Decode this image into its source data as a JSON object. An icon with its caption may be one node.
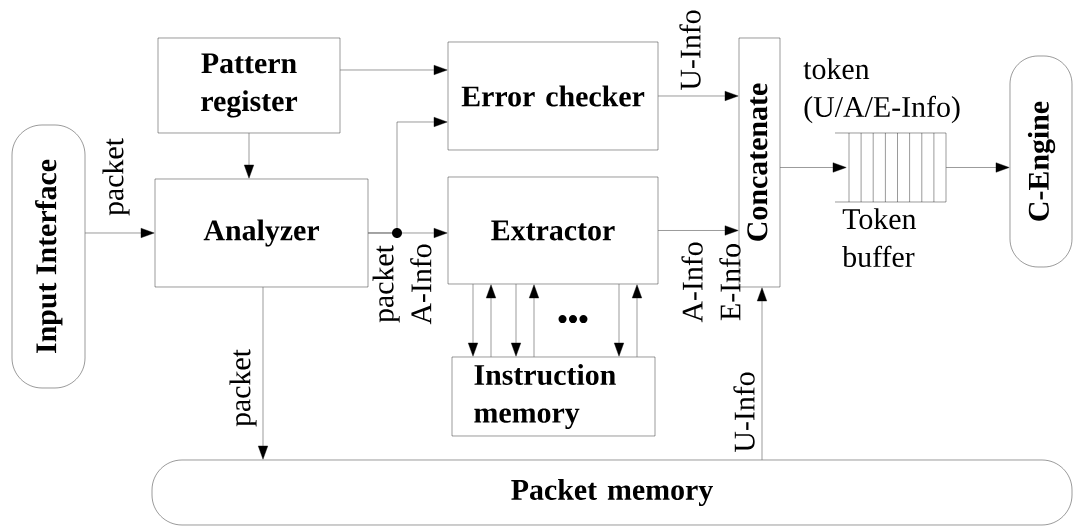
{
  "diagram": {
    "nodes": [
      {
        "text": [
          "Input Interface"
        ]
      },
      {
        "text": [
          "Pattern register"
        ]
      },
      {
        "text": [
          "Analyzer"
        ]
      },
      {
        "text": [
          "Error checker"
        ]
      },
      {
        "text": [
          "Extractor"
        ]
      },
      {
        "text": [
          "Concatenate"
        ]
      },
      {
        "text": [],
        "shape": "queue",
        "beside": [
          "token (U/A/E-Info)",
          "Token buffer"
        ]
      },
      {
        "text": [
          "C-Engine"
        ]
      },
      {
        "text": [
          "Instruction memory"
        ]
      },
      {
        "text": [
          "Packet memory"
        ]
      }
    ],
    "edges": [
      {
        "from": 0,
        "to": 2,
        "arrow": "to",
        "label": "packet"
      },
      {
        "from": 1,
        "to": 3,
        "arrow": "to"
      },
      {
        "from": 1,
        "to": 2,
        "arrow": "to"
      },
      {
        "from": 2,
        "to": 3,
        "arrow": "to"
      },
      {
        "from": 2,
        "to": 4,
        "arrow": "to",
        "label": "packet A-Info"
      },
      {
        "from": 3,
        "to": 5,
        "arrow": "to",
        "label": "U-Info"
      },
      {
        "from": 4,
        "to": 5,
        "arrow": "to",
        "label": "A-Info E-Info"
      },
      {
        "from": 4,
        "to": 8,
        "arrow": "to"
      },
      {
        "from": 8,
        "to": 4,
        "arrow": "to"
      },
      {
        "from": 4,
        "to": 8,
        "arrow": "to"
      },
      {
        "from": 8,
        "to": 4,
        "arrow": "to"
      },
      {
        "from": 4,
        "to": 8,
        "arrow": "to"
      },
      {
        "from": 8,
        "to": 4,
        "arrow": "to"
      },
      {
        "from": 2,
        "to": 9,
        "arrow": "to",
        "label": "packet"
      },
      {
        "from": 9,
        "to": 5,
        "arrow": "to",
        "label": "U-Info"
      },
      {
        "from": 5,
        "to": 6,
        "arrow": "to"
      },
      {
        "from": 6,
        "to": 7,
        "arrow": "to"
      }
    ],
    "labels": [
      "•••"
    ]
  }
}
